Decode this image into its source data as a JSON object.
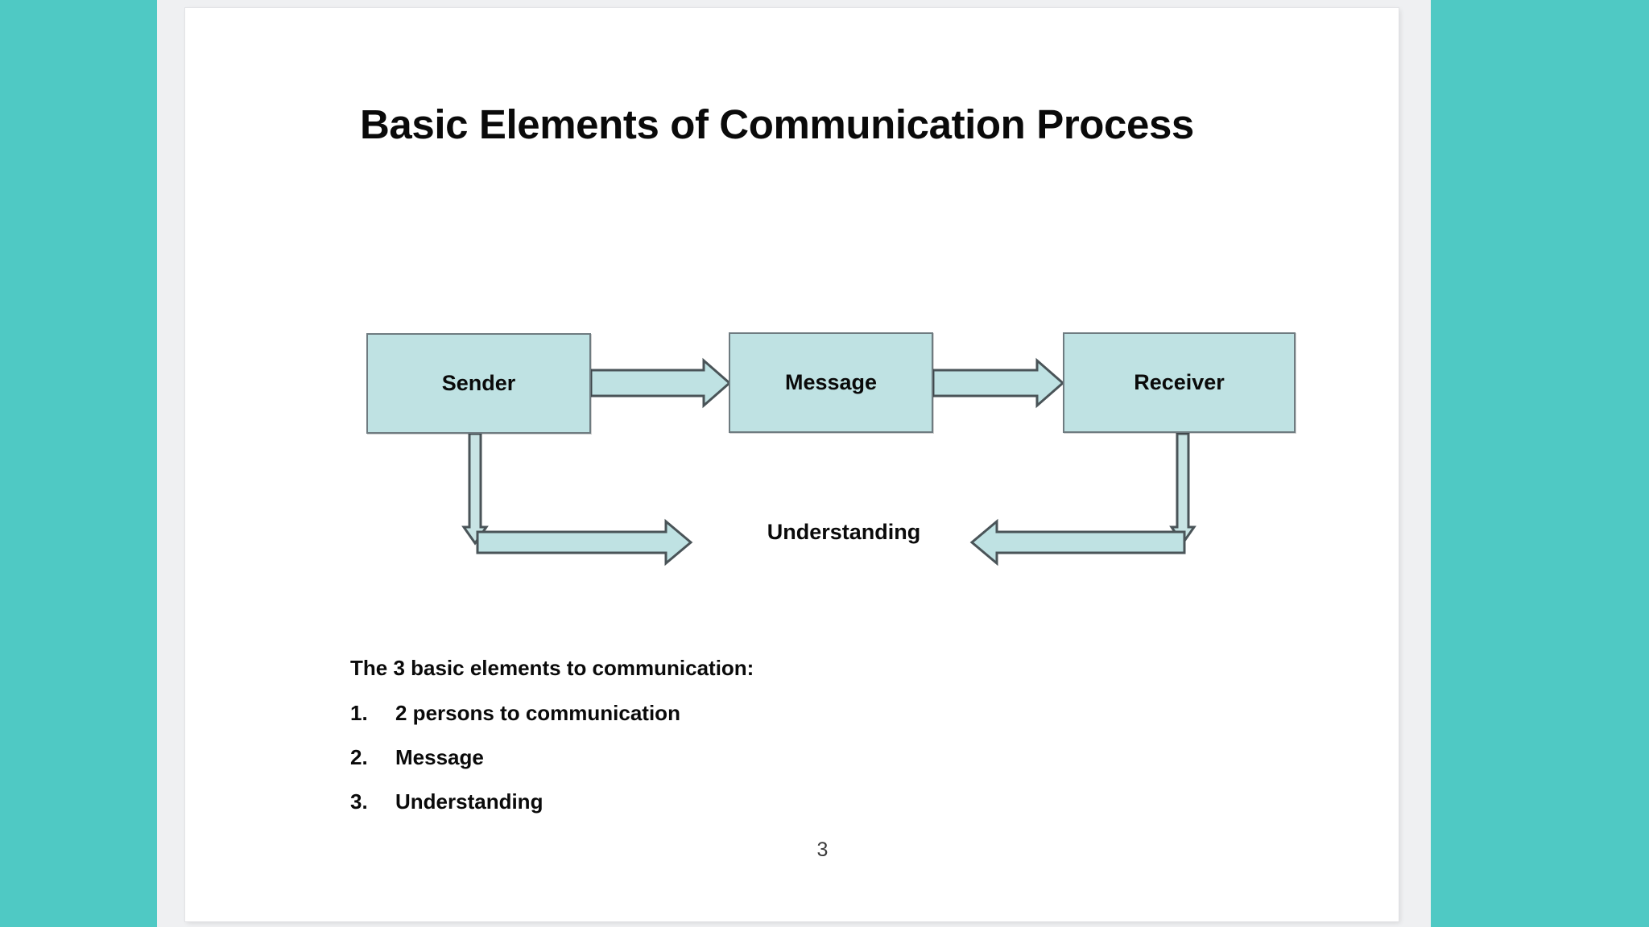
{
  "slide": {
    "title": "Basic Elements of Communication Process",
    "page_number": "3",
    "background_color": "#4FC9C4",
    "gutter_color": "#EFF0F2",
    "slide_color": "#FFFFFF"
  },
  "diagram": {
    "type": "flow",
    "box_fill_color": "#BFE2E3",
    "box_border_color": "#6E7B80",
    "arrow_fill_color": "#BFE2E3",
    "arrow_border_color": "#4A5458",
    "boxes": [
      {
        "id": "sender",
        "label": "Sender"
      },
      {
        "id": "message",
        "label": "Message"
      },
      {
        "id": "receiver",
        "label": "Receiver"
      }
    ],
    "center_label": "Understanding",
    "connections": [
      {
        "from": "Sender",
        "to": "Message",
        "direction": "right"
      },
      {
        "from": "Message",
        "to": "Receiver",
        "direction": "right"
      },
      {
        "from": "Sender",
        "to": "Understanding",
        "direction": "down-right"
      },
      {
        "from": "Receiver",
        "to": "Understanding",
        "direction": "down-left"
      }
    ]
  },
  "body": {
    "intro": "The 3 basic elements to communication:",
    "items": [
      {
        "number": "1.",
        "text": "2 persons to communication"
      },
      {
        "number": "2.",
        "text": "Message"
      },
      {
        "number": "3.",
        "text": "Understanding"
      }
    ]
  }
}
